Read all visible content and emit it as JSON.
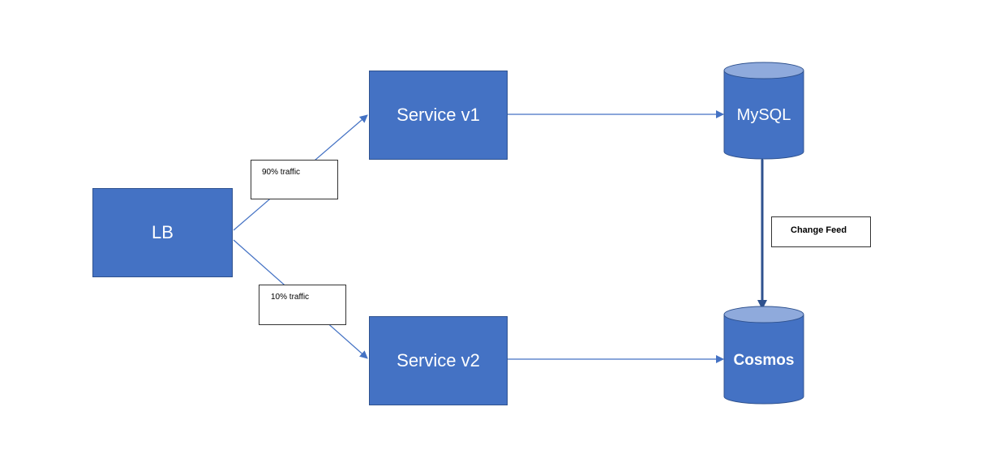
{
  "colors": {
    "node_fill": "#4472C4",
    "node_stroke": "#2F528F",
    "db_top": "#8FAADC",
    "edge": "#4472C4",
    "change_feed_edge": "#2F528F"
  },
  "nodes": {
    "lb": {
      "label": "LB"
    },
    "service_v1": {
      "label": "Service v1"
    },
    "service_v2": {
      "label": "Service v2"
    },
    "mysql": {
      "label": "MySQL"
    },
    "cosmos": {
      "label": "Cosmos"
    }
  },
  "edge_labels": {
    "traffic_v1": "90% traffic",
    "traffic_v2": "10% traffic",
    "change_feed": "Change Feed"
  }
}
